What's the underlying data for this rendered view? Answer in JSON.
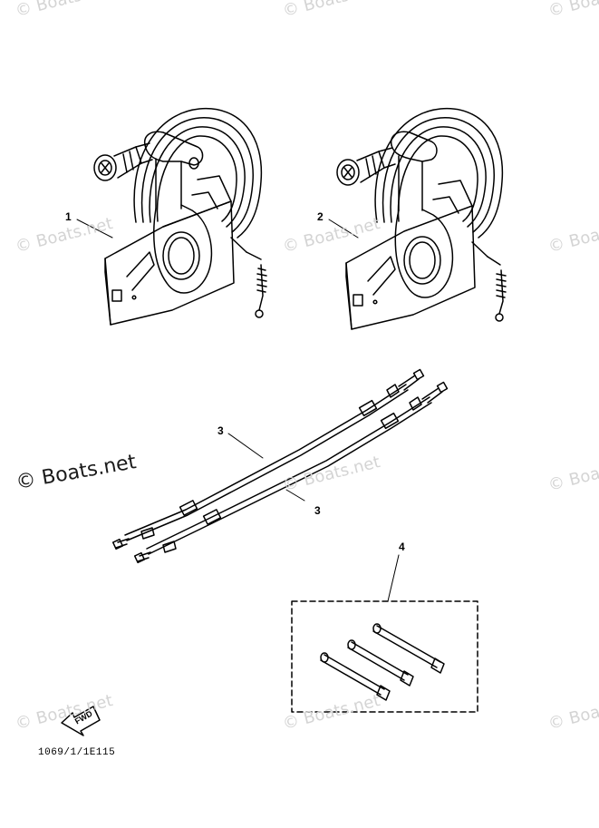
{
  "watermark": {
    "text": "© Boats.net",
    "main_text": "© Boats.net"
  },
  "callouts": {
    "part1": "1",
    "part2": "2",
    "part3a": "3",
    "part3b": "3",
    "part4": "4"
  },
  "fwd_label": "FWD",
  "diagram_code": "1069/1/1E115"
}
